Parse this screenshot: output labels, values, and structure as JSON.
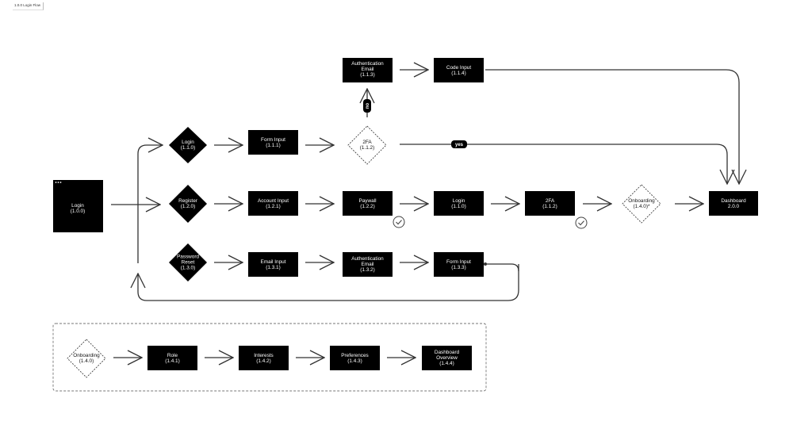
{
  "frame_title": "1.0.0 Login Flow",
  "nodes": {
    "login_root": {
      "l1": "Login",
      "l2": "(1.0.0)"
    },
    "login": {
      "l1": "Login",
      "l2": "(1.1.0)"
    },
    "form_input": {
      "l1": "Form Input",
      "l2": "(1.1.1)"
    },
    "twofa_decision": {
      "l1": "2FA",
      "l2": "(1.1.2)"
    },
    "auth_email_113": {
      "l1": "Authentication",
      "l2": "Email",
      "l3": "(1.1.3)"
    },
    "code_input": {
      "l1": "Code Input",
      "l2": "(1.1.4)"
    },
    "register": {
      "l1": "Register",
      "l2": "(1.2.0)"
    },
    "account_input": {
      "l1": "Account Input",
      "l2": "(1.2.1)"
    },
    "paywall": {
      "l1": "Paywall",
      "l2": "(1.2.2)"
    },
    "login_110b": {
      "l1": "Login",
      "l2": "(1.1.0)"
    },
    "twofa_112b": {
      "l1": "2FA",
      "l2": "(1.1.2)"
    },
    "onboarding_ref": {
      "l1": "Onboarding",
      "l2": "(1.4.0)*"
    },
    "dashboard": {
      "l1": "Dashboard",
      "l2": "2.0.0"
    },
    "password_reset": {
      "l1": "Password",
      "l2": "Reset",
      "l3": "(1.3.0)"
    },
    "email_input": {
      "l1": "Email Input",
      "l2": "(1.3.1)"
    },
    "auth_email_132": {
      "l1": "Authentication",
      "l2": "Email",
      "l3": "(1.3.2)"
    },
    "form_input_133": {
      "l1": "Form Input",
      "l2": "(1.3.3)"
    },
    "onboarding": {
      "l1": "Onboarding",
      "l2": "(1.4.0)"
    },
    "role": {
      "l1": "Role",
      "l2": "(1.4.1)"
    },
    "interests": {
      "l1": "Interests",
      "l2": "(1.4.2)"
    },
    "preferences": {
      "l1": "Preferences",
      "l2": "(1.4.3)"
    },
    "dash_overview": {
      "l1": "Dashboard",
      "l2": "Overview",
      "l3": "(1.4.4)"
    }
  },
  "edge_labels": {
    "no": "no",
    "yes": "yes"
  },
  "colors": {
    "node_fill": "#000000",
    "line": "#333333",
    "background": "#ffffff"
  }
}
